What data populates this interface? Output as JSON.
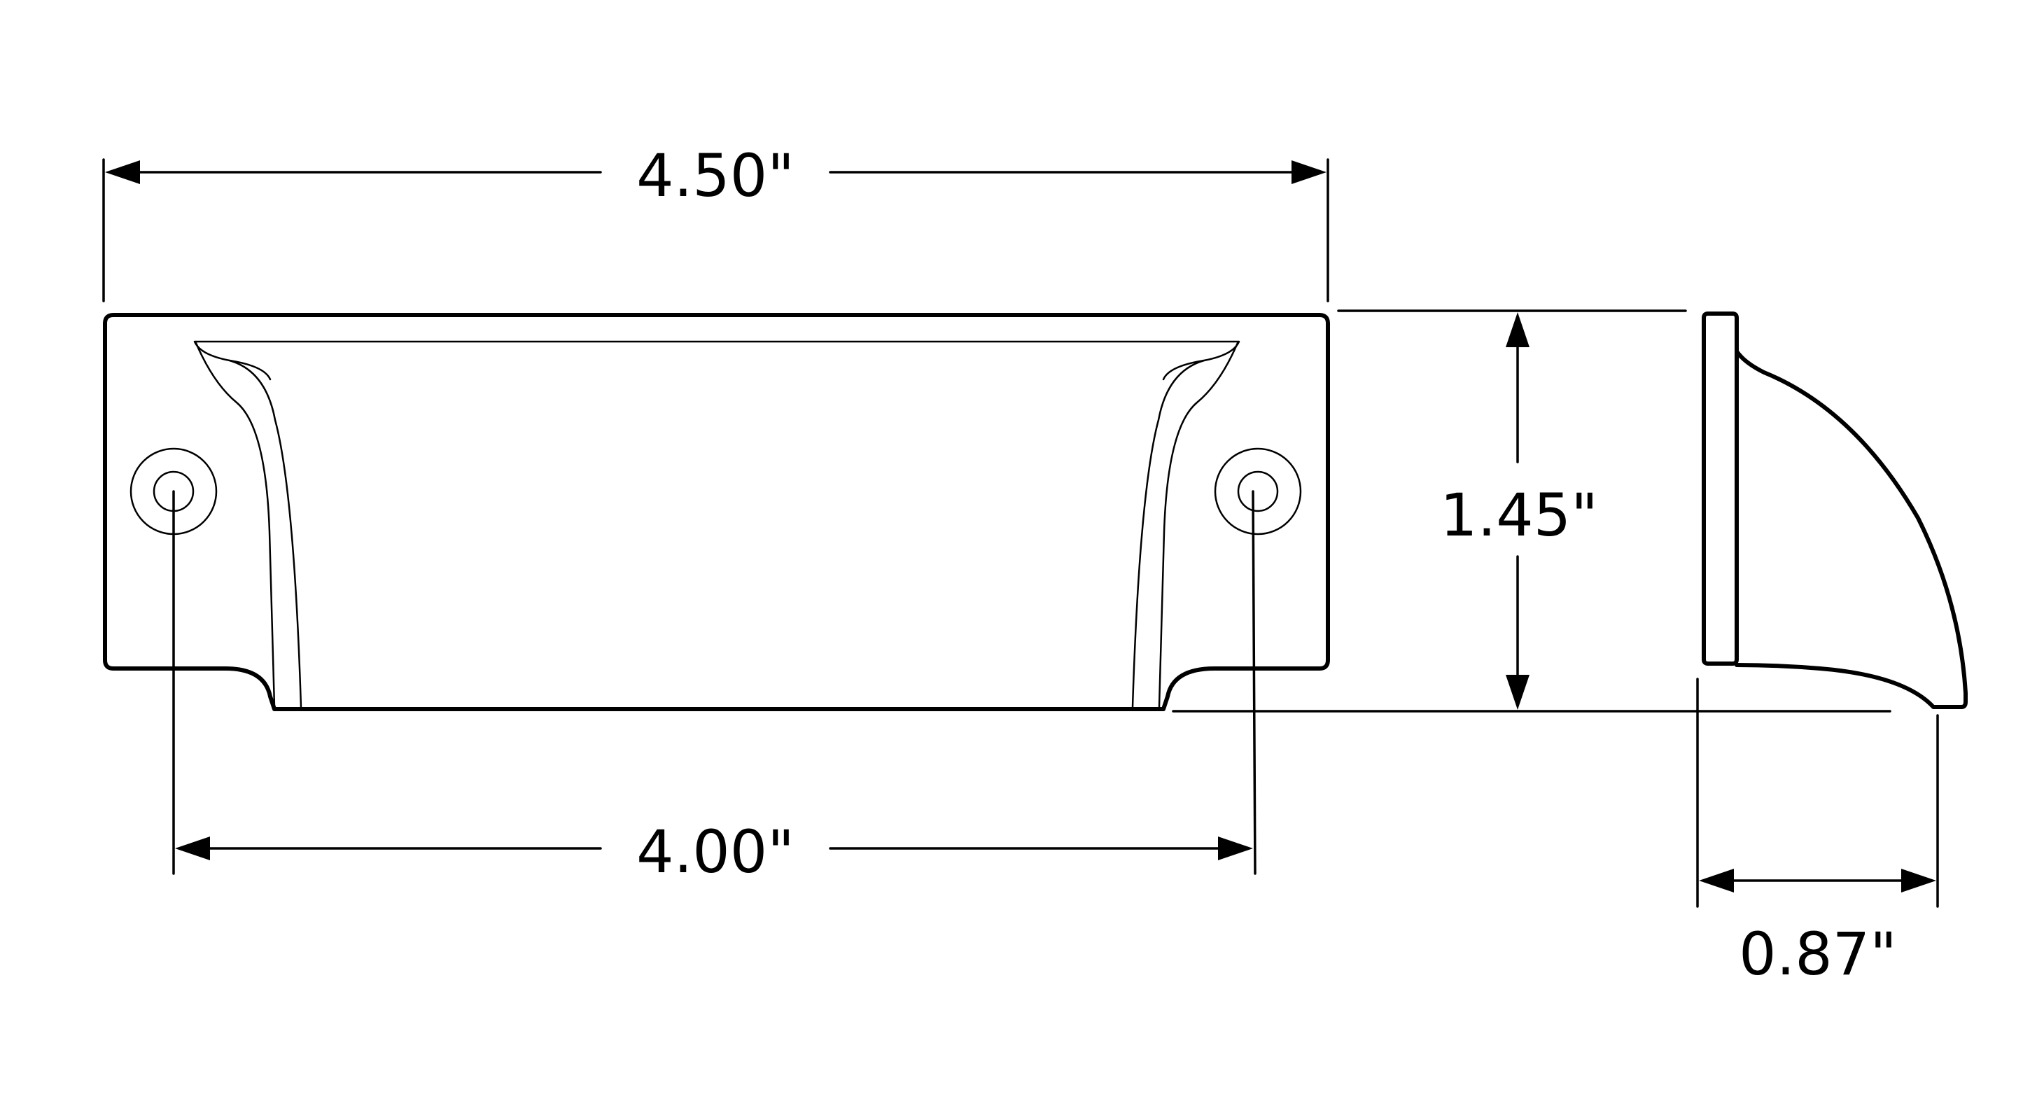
{
  "dimensions": {
    "overall_width": "4.50\"",
    "hole_spacing": "4.00\"",
    "height": "1.45\"",
    "projection": "0.87\""
  },
  "colors": {
    "line": "#000000",
    "background": "#ffffff"
  }
}
